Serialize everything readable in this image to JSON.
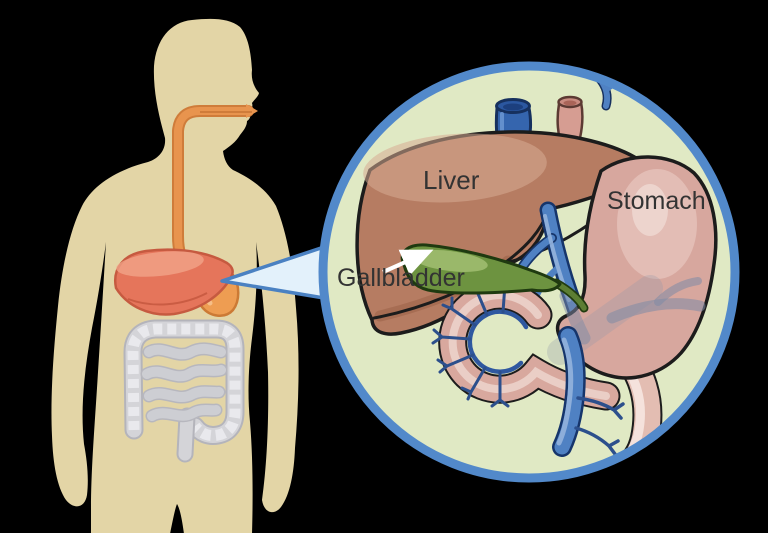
{
  "figure": {
    "kind": "anatomy-illustration",
    "subject": "Human digestive system with magnified inset of the liver, gallbladder and stomach"
  },
  "inset": {
    "labels": {
      "liver": "Liver",
      "stomach": "Stomach",
      "gallbladder": "Gallbladder"
    }
  },
  "colors": {
    "background": "#000000",
    "body_skin": "#e3d5a6",
    "esophagus_orange": "#e8944e",
    "esophagus_outline": "#cf7c3a",
    "body_liver_red": "#e5755b",
    "body_stomach_orange": "#ee9d52",
    "intestine_gray": "#d4d4d8",
    "intestine_outline": "#b4b4bb",
    "callout_fill": "#e3f1fb",
    "callout_border": "#4a81c2",
    "inset_bg": "#e0e9c4",
    "inset_rim": "#5289ca",
    "liver_brown": "#b67c62",
    "stomach_pink": "#d7a79e",
    "duodenum_pink": "#d8a89e",
    "bowel_light_pink": "#e3bdb2",
    "gallbladder_green": "#6d9340",
    "bile_duct_green": "#5c7e33",
    "vessel_blue": "#4f81c3",
    "vessel_dark_blue": "#3565ae",
    "esophagus_stub_pink": "#d69d92",
    "outline_dark": "#1c1c1c",
    "label_text": "#333333",
    "arrow_white": "#ffffff"
  }
}
